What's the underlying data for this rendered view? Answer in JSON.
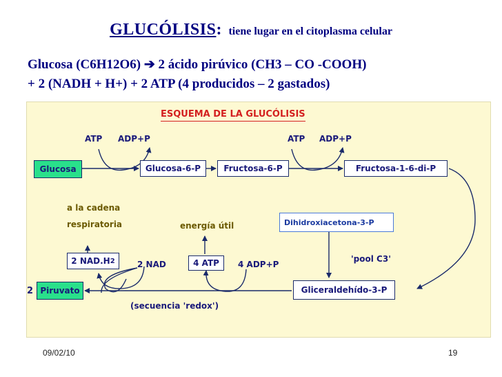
{
  "slide": {
    "title": "GLUCÓLISIS",
    "title_colon": ":",
    "subtitle": "tiene lugar en el citoplasma celular",
    "equation_line1": "Glucosa (C6H12O6) ➔ 2 ácido pirúvico (CH3 – CO -COOH)",
    "equation_line2": "+ 2 (NADH + H+) + 2 ATP (4 producidos – 2 gastados)",
    "footer_date": "09/02/10",
    "footer_page": "19"
  },
  "diagram": {
    "heading": "ESQUEMA DE LA GLUCÓLISIS",
    "boxes": {
      "glucosa": "Glucosa",
      "glucosa6p": "Glucosa-6-P",
      "fructosa6p": "Fructosa-6-P",
      "fructosa16dip": "Fructosa-1-6-di-P",
      "dihidroxiacetona3p": "Dihidroxiacetona-3-P",
      "gliceraldehido3p": "Gliceraldehído-3-P",
      "piruvato": "Piruvato",
      "nadh2": "2 NAD.H",
      "nadh2_sub": "2",
      "atp4": "4 ATP"
    },
    "labels": {
      "atp_left": "ATP",
      "adp_left": "ADP+P",
      "atp_right": "ATP",
      "adp_right": "ADP+P",
      "cadena_line1": "a la cadena",
      "cadena_line2": "respiratoria",
      "energia": "energía útil",
      "nad2": "2 NAD",
      "adp4": "4 ADP+P",
      "pool": "'pool C3'",
      "redox": "(secuencia 'redox')",
      "piruvato_coef": "2"
    },
    "colors": {
      "green_box": "#29e08b",
      "panel_bg": "#fdf9d2",
      "heading_red": "#d42020",
      "dihidroxi_border": "#4a7ad8"
    }
  }
}
